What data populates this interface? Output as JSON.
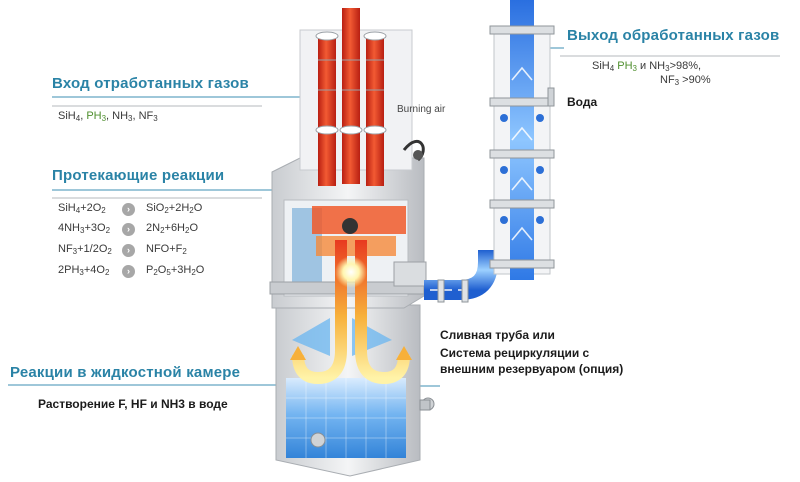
{
  "headings": {
    "inlet": "Вход отработанных газов",
    "reactions": "Протекающие реакции",
    "liquid": "Реакции в жидкостной камере",
    "outlet": "Выход обработанных газов"
  },
  "inlet_gases": {
    "parts": [
      {
        "t": "SiH"
      },
      {
        "t": "4",
        "sub": true
      },
      {
        "t": ", "
      },
      {
        "t": "PH",
        "color": "#4f8f2e"
      },
      {
        "t": "3",
        "sub": true,
        "color": "#4f8f2e"
      },
      {
        "t": ", NH"
      },
      {
        "t": "3",
        "sub": true
      },
      {
        "t": ", NF"
      },
      {
        "t": "3",
        "sub": true
      }
    ]
  },
  "reactions": [
    {
      "lhs": [
        {
          "t": "SiH"
        },
        {
          "t": "4",
          "sub": true
        },
        {
          "t": "+2O"
        },
        {
          "t": "2",
          "sub": true
        }
      ],
      "rhs": [
        {
          "t": "SiO"
        },
        {
          "t": "2",
          "sub": true
        },
        {
          "t": "+2H"
        },
        {
          "t": "2",
          "sub": true
        },
        {
          "t": "O"
        }
      ]
    },
    {
      "lhs": [
        {
          "t": "4NH"
        },
        {
          "t": "3",
          "sub": true
        },
        {
          "t": "+3O"
        },
        {
          "t": "2",
          "sub": true
        }
      ],
      "rhs": [
        {
          "t": "2N"
        },
        {
          "t": "2",
          "sub": true
        },
        {
          "t": "+6H"
        },
        {
          "t": "2",
          "sub": true
        },
        {
          "t": "O"
        }
      ]
    },
    {
      "lhs": [
        {
          "t": "NF"
        },
        {
          "t": "3",
          "sub": true
        },
        {
          "t": "+1/2O"
        },
        {
          "t": "2",
          "sub": true
        }
      ],
      "rhs": [
        {
          "t": "NFO+F"
        },
        {
          "t": "2",
          "sub": true
        }
      ]
    },
    {
      "lhs": [
        {
          "t": "2PH"
        },
        {
          "t": "3",
          "sub": true
        },
        {
          "t": "+4O"
        },
        {
          "t": "2",
          "sub": true
        }
      ],
      "rhs": [
        {
          "t": "P"
        },
        {
          "t": "2",
          "sub": true
        },
        {
          "t": "O"
        },
        {
          "t": "5",
          "sub": true
        },
        {
          "t": "+3H"
        },
        {
          "t": "2",
          "sub": true
        },
        {
          "t": "O"
        }
      ]
    }
  ],
  "arrow_glyph": "›",
  "outlet_gases": {
    "line1": [
      {
        "t": "SiH"
      },
      {
        "t": "4",
        "sub": true
      },
      {
        "t": " PH",
        "color": "#4f8f2e"
      },
      {
        "t": "3",
        "sub": true,
        "color": "#4f8f2e"
      },
      {
        "t": "   и   NH"
      },
      {
        "t": "3",
        "sub": true
      },
      {
        "t": ">98%,"
      }
    ],
    "line2": [
      {
        "t": "NF"
      },
      {
        "t": "3",
        "sub": true
      },
      {
        "t": " >90%"
      }
    ]
  },
  "labels": {
    "burning_air": "Burning air",
    "water": "Вода",
    "drain_line1": "Сливная труба или",
    "drain_line2": "Система рециркуляции с",
    "drain_line3": "внешним резервуаром (опция)",
    "dissolution": "Растворение F, HF и NH3 в воде"
  },
  "colors": {
    "heading": "#2a83a6",
    "leader": "#3d8fb3",
    "flame": "#e8391f",
    "flow_orange": "#f5a623",
    "water": "#3b8ee8",
    "frame": "#d7d9dc"
  }
}
